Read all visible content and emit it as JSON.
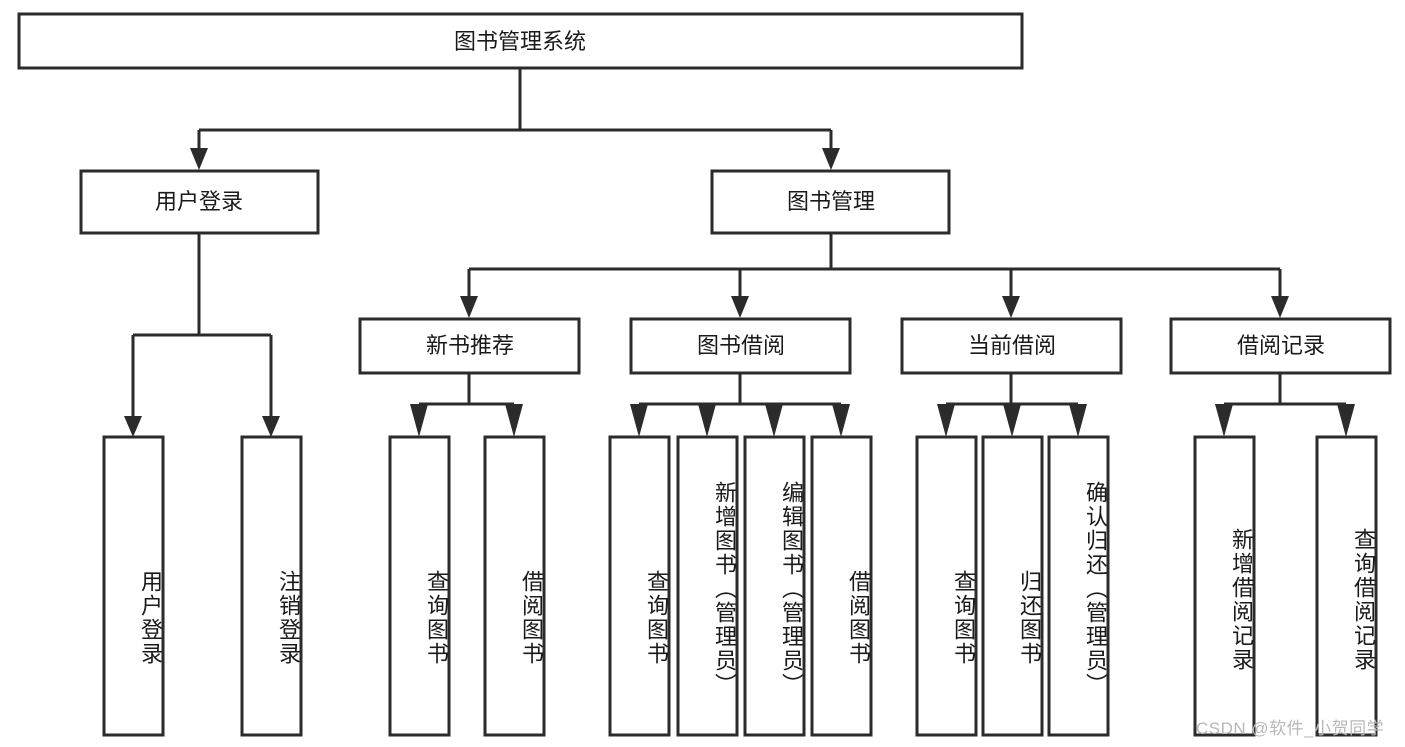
{
  "diagram": {
    "title": "图书管理系统",
    "type": "tree-hierarchy",
    "background_color": "#ffffff",
    "stroke_color": "#2b2b2b",
    "text_color": "#1a1a1a",
    "root": {
      "id": "root",
      "label": "图书管理系统"
    },
    "level2": [
      {
        "id": "user-login",
        "label": "用户登录"
      },
      {
        "id": "book-manage",
        "label": "图书管理"
      }
    ],
    "level3": [
      {
        "id": "new-book-rec",
        "label": "新书推荐",
        "parent": "book-manage"
      },
      {
        "id": "book-borrow",
        "label": "图书借阅",
        "parent": "book-manage"
      },
      {
        "id": "current-borrow",
        "label": "当前借阅",
        "parent": "book-manage"
      },
      {
        "id": "borrow-record",
        "label": "借阅记录",
        "parent": "book-manage"
      }
    ],
    "leaves": {
      "user-login": [
        {
          "id": "leaf-user-login",
          "label": "用户登录"
        },
        {
          "id": "leaf-logout",
          "label": "注销登录"
        }
      ],
      "new-book-rec": [
        {
          "id": "leaf-query-book-1",
          "label": "查询图书"
        },
        {
          "id": "leaf-borrow-book-1",
          "label": "借阅图书"
        }
      ],
      "book-borrow": [
        {
          "id": "leaf-query-book-2",
          "label": "查询图书"
        },
        {
          "id": "leaf-add-book",
          "label": "新增图书（管理员）"
        },
        {
          "id": "leaf-edit-book",
          "label": "编辑图书（管理员）"
        },
        {
          "id": "leaf-borrow-book-2",
          "label": "借阅图书"
        }
      ],
      "current-borrow": [
        {
          "id": "leaf-query-book-3",
          "label": "查询图书"
        },
        {
          "id": "leaf-return-book",
          "label": "归还图书"
        },
        {
          "id": "leaf-confirm-return",
          "label": "确认归还（管理员）"
        }
      ],
      "borrow-record": [
        {
          "id": "leaf-add-record",
          "label": "新增借阅记录"
        },
        {
          "id": "leaf-query-record",
          "label": "查询借阅记录"
        }
      ]
    }
  },
  "watermark": {
    "text": "CSDN @软件_小贺同学"
  }
}
